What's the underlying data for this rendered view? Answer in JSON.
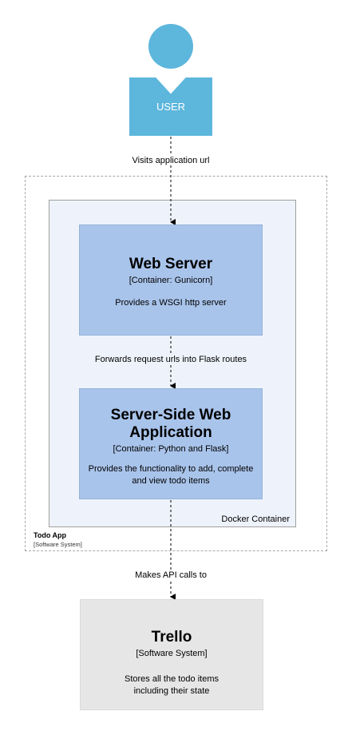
{
  "user": {
    "label": "USER"
  },
  "edges": {
    "visits": "Visits application url",
    "forwards": "Forwards request urls into Flask routes",
    "api": "Makes API calls to"
  },
  "todo_app": {
    "name": "Todo App",
    "type": "[Software System]"
  },
  "docker": {
    "label": "Docker Container"
  },
  "web_server": {
    "title": "Web Server",
    "type": "[Container: Gunicorn]",
    "description": "Provides a WSGI http server"
  },
  "web_app": {
    "title_line1": "Server-Side Web",
    "title_line2": "Application",
    "type": "[Container: Python and Flask]",
    "description_line1": "Provides the functionality to add, complete",
    "description_line2": "and view todo items"
  },
  "trello": {
    "title": "Trello",
    "type": "[Software System]",
    "description_line1": "Stores all the todo items",
    "description_line2": "including their state"
  },
  "colors": {
    "person": "#5db6dc",
    "container": "#a9c4eb",
    "docker_fill": "#eef3fb",
    "external_system": "#e6e6e6"
  }
}
